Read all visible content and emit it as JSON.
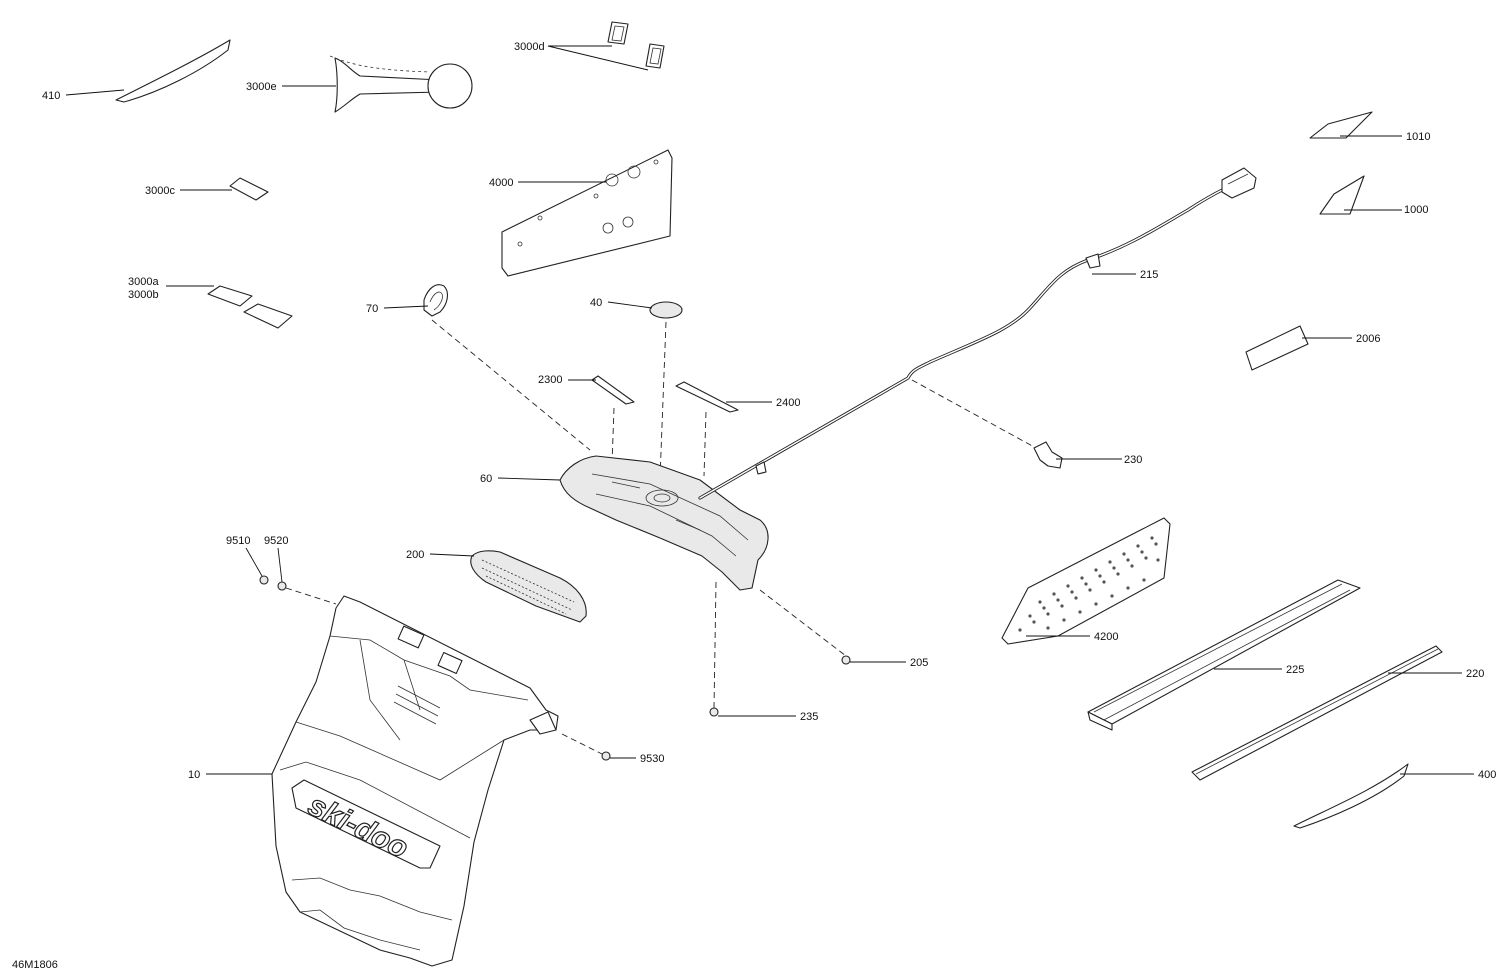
{
  "diagram_id": "46M1806",
  "parts": [
    {
      "key": "p410",
      "label": "410"
    },
    {
      "key": "p3000e",
      "label": "3000e"
    },
    {
      "key": "p3000d",
      "label": "3000d"
    },
    {
      "key": "p3000c",
      "label": "3000c"
    },
    {
      "key": "p4000",
      "label": "4000"
    },
    {
      "key": "p3000a",
      "label": "3000a"
    },
    {
      "key": "p3000b",
      "label": "3000b"
    },
    {
      "key": "p70",
      "label": "70"
    },
    {
      "key": "p40",
      "label": "40"
    },
    {
      "key": "p2300",
      "label": "2300"
    },
    {
      "key": "p2400",
      "label": "2400"
    },
    {
      "key": "p60",
      "label": "60"
    },
    {
      "key": "p1010",
      "label": "1010"
    },
    {
      "key": "p1000",
      "label": "1000"
    },
    {
      "key": "p215",
      "label": "215"
    },
    {
      "key": "p2006",
      "label": "2006"
    },
    {
      "key": "p230",
      "label": "230"
    },
    {
      "key": "p9510",
      "label": "9510"
    },
    {
      "key": "p9520",
      "label": "9520"
    },
    {
      "key": "p200",
      "label": "200"
    },
    {
      "key": "p4200",
      "label": "4200"
    },
    {
      "key": "p205",
      "label": "205"
    },
    {
      "key": "p225",
      "label": "225"
    },
    {
      "key": "p220",
      "label": "220"
    },
    {
      "key": "p235",
      "label": "235"
    },
    {
      "key": "p9530",
      "label": "9530"
    },
    {
      "key": "p10",
      "label": "10"
    },
    {
      "key": "p400",
      "label": "400"
    }
  ],
  "logo_text": "ski-doo"
}
